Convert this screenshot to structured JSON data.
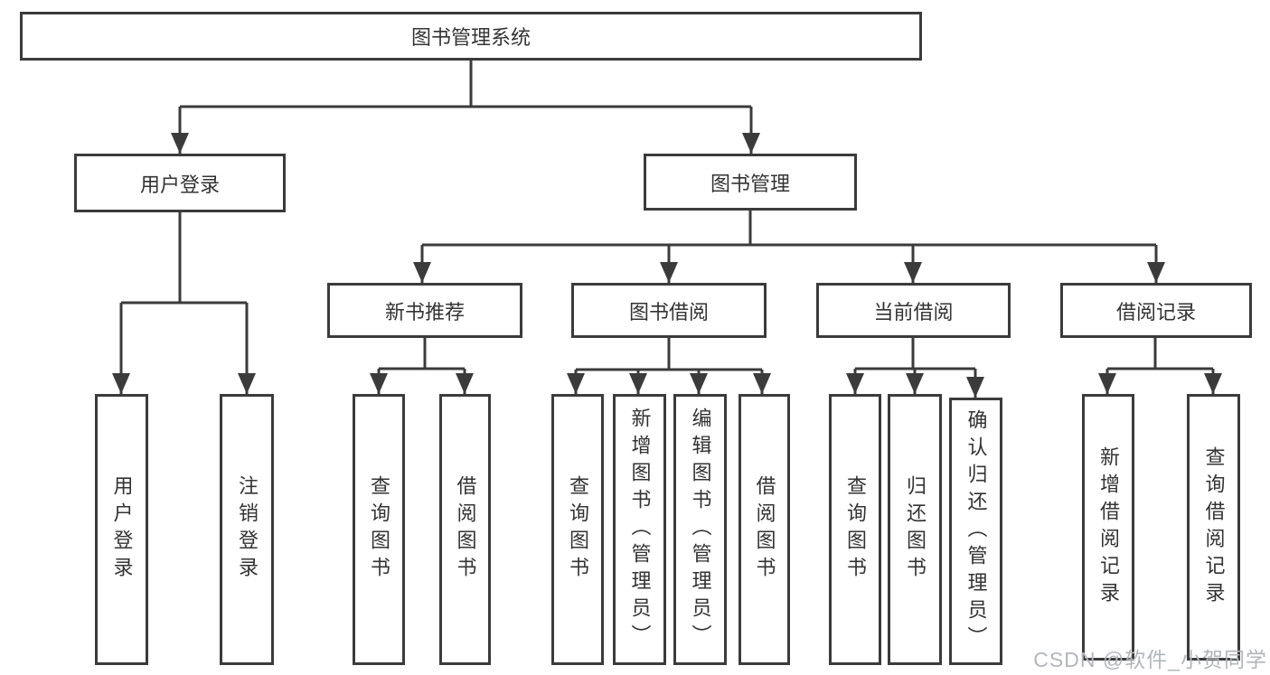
{
  "tree": {
    "root": {
      "label": "图书管理系统"
    },
    "branches": [
      {
        "label": "用户登录",
        "leaves": [
          {
            "label": "用户登录"
          },
          {
            "label": "注销登录"
          }
        ]
      },
      {
        "label": "图书管理",
        "groups": [
          {
            "label": "新书推荐",
            "leaves": [
              {
                "label": "查询图书"
              },
              {
                "label": "借阅图书"
              }
            ]
          },
          {
            "label": "图书借阅",
            "leaves": [
              {
                "label": "查询图书"
              },
              {
                "label": "新增图书（管理员）"
              },
              {
                "label": "编辑图书（管理员）"
              },
              {
                "label": "借阅图书"
              }
            ]
          },
          {
            "label": "当前借阅",
            "leaves": [
              {
                "label": "查询图书"
              },
              {
                "label": "归还图书"
              },
              {
                "label": "确认归还（管理员）"
              }
            ]
          },
          {
            "label": "借阅记录",
            "leaves": [
              {
                "label": "新增借阅记录"
              },
              {
                "label": "查询借阅记录"
              }
            ]
          }
        ]
      }
    ]
  },
  "watermark": {
    "text": "CSDN @软件_小贺同学"
  },
  "colors": {
    "line": "#3b3b3b",
    "text": "#333333",
    "watermark": "#b2b6ba",
    "background": "#ffffff"
  }
}
